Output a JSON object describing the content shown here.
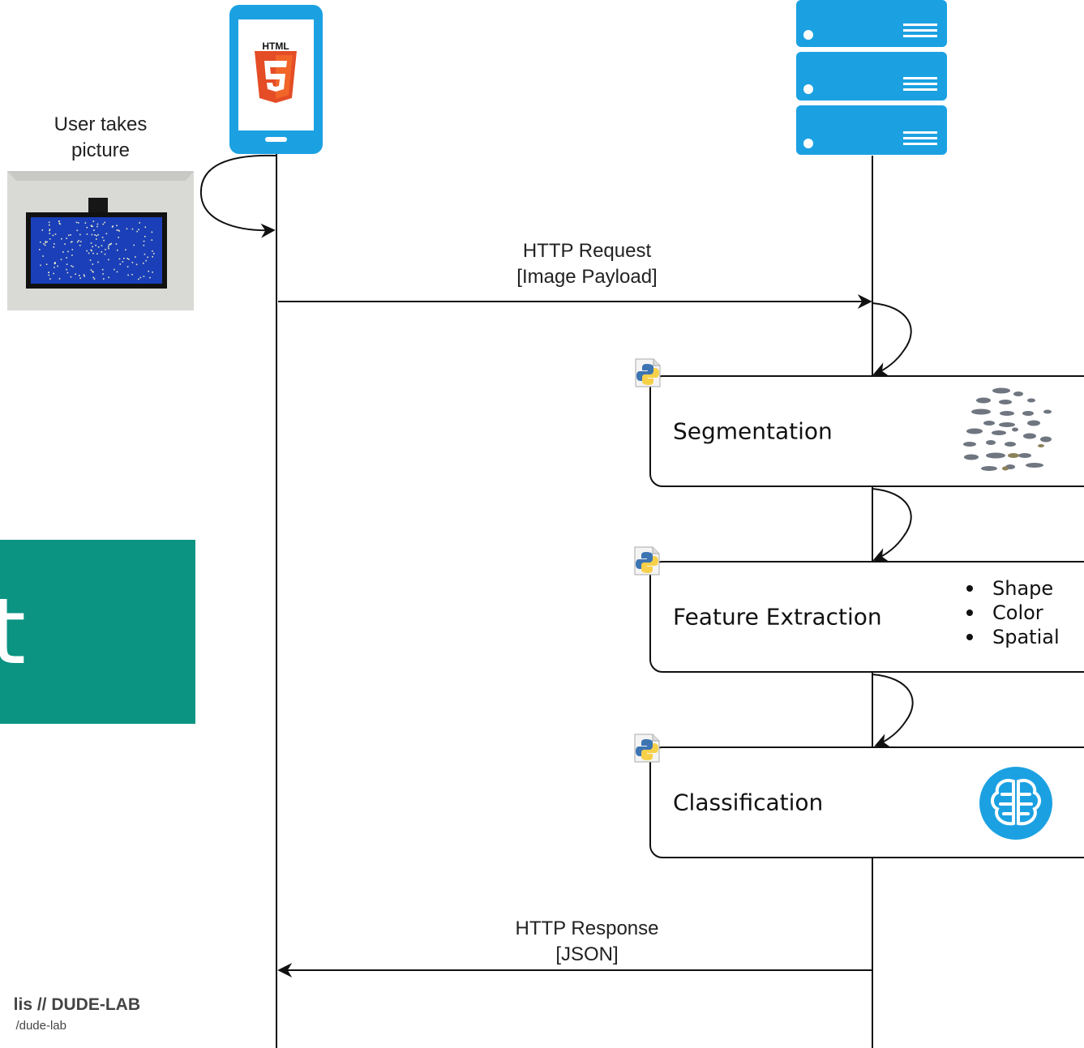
{
  "capture": {
    "caption_lines": [
      "User takes",
      "picture"
    ]
  },
  "request": {
    "lines": [
      "HTTP Request",
      "[Image Payload]"
    ]
  },
  "response": {
    "lines": [
      "HTTP Response",
      "[JSON]"
    ]
  },
  "steps": [
    {
      "label": "Segmentation",
      "icon": "python-icon",
      "art": "segmented-particles-icon"
    },
    {
      "label": "Feature Extraction",
      "icon": "python-icon",
      "features": [
        "Shape",
        "Color",
        "Spatial"
      ]
    },
    {
      "label": "Classification",
      "icon": "python-icon",
      "art": "brain-icon"
    }
  ],
  "html5_badge": "HTML",
  "html5_digit": "5",
  "teal_panel_text": "t",
  "footer": {
    "title": "lis // DUDE-LAB",
    "subtitle": "/dude-lab"
  },
  "colors": {
    "device_blue": "#1ba1e2",
    "html5_orange": "#e44d26",
    "teal": "#0b9482",
    "line": "#111111"
  }
}
